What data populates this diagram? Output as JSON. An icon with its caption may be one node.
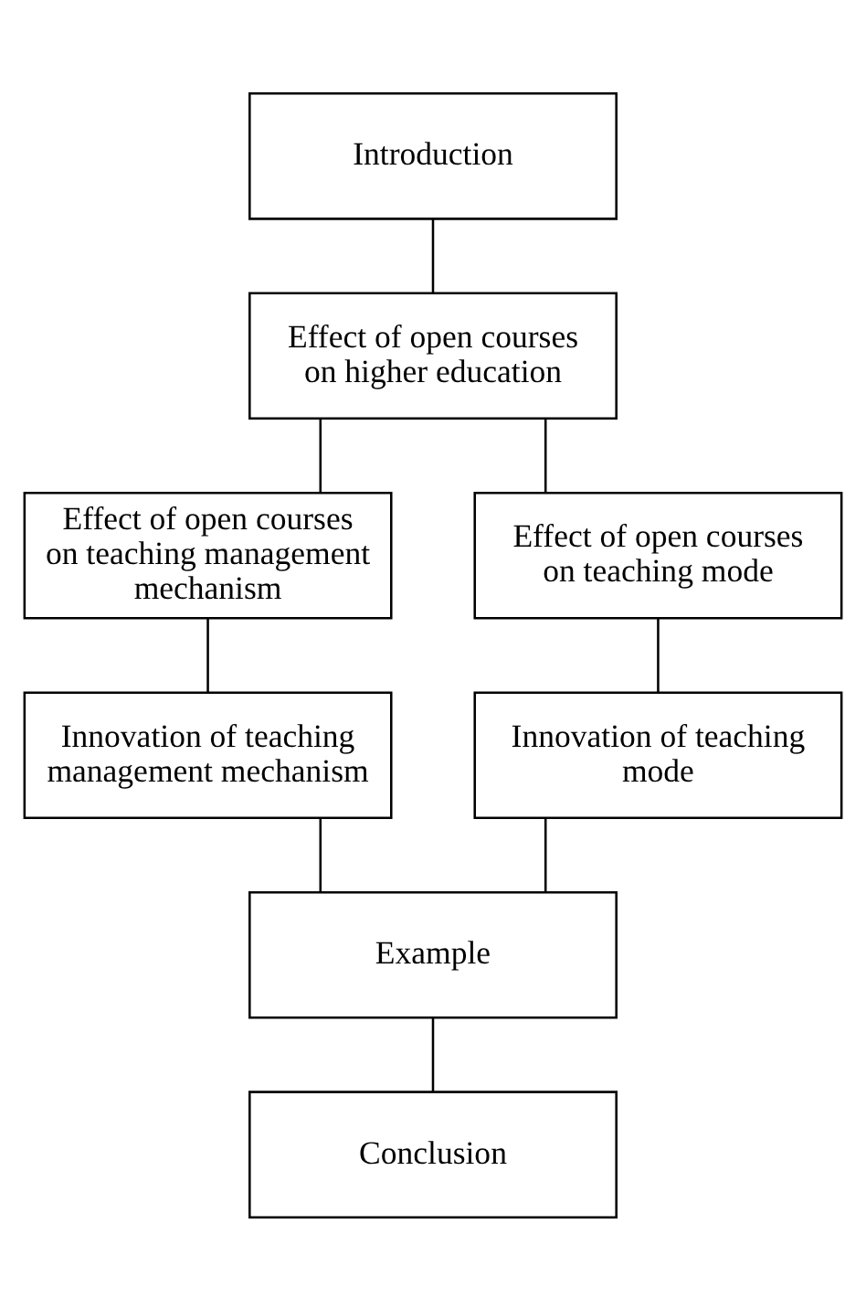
{
  "diagram": {
    "nodes": [
      {
        "text": [
          "Introduction"
        ]
      },
      {
        "text": [
          "Effect of open courses on higher education"
        ]
      },
      {
        "text": [
          "Effect of open courses on teaching management mechanism"
        ]
      },
      {
        "text": [
          "Effect of open courses on teaching mode"
        ]
      },
      {
        "text": [
          "Innovation of teaching management mechanism"
        ]
      },
      {
        "text": [
          "Innovation of teaching mode"
        ]
      },
      {
        "text": [
          "Example"
        ]
      },
      {
        "text": [
          "Conclusion"
        ]
      }
    ],
    "edges": [
      {
        "from": 0,
        "to": 1,
        "arrow": "none"
      },
      {
        "from": 1,
        "to": 2,
        "arrow": "none"
      },
      {
        "from": 1,
        "to": 3,
        "arrow": "none"
      },
      {
        "from": 2,
        "to": 4,
        "arrow": "none"
      },
      {
        "from": 3,
        "to": 5,
        "arrow": "none"
      },
      {
        "from": 4,
        "to": 6,
        "arrow": "none"
      },
      {
        "from": 5,
        "to": 6,
        "arrow": "none"
      },
      {
        "from": 6,
        "to": 7,
        "arrow": "none"
      }
    ]
  }
}
